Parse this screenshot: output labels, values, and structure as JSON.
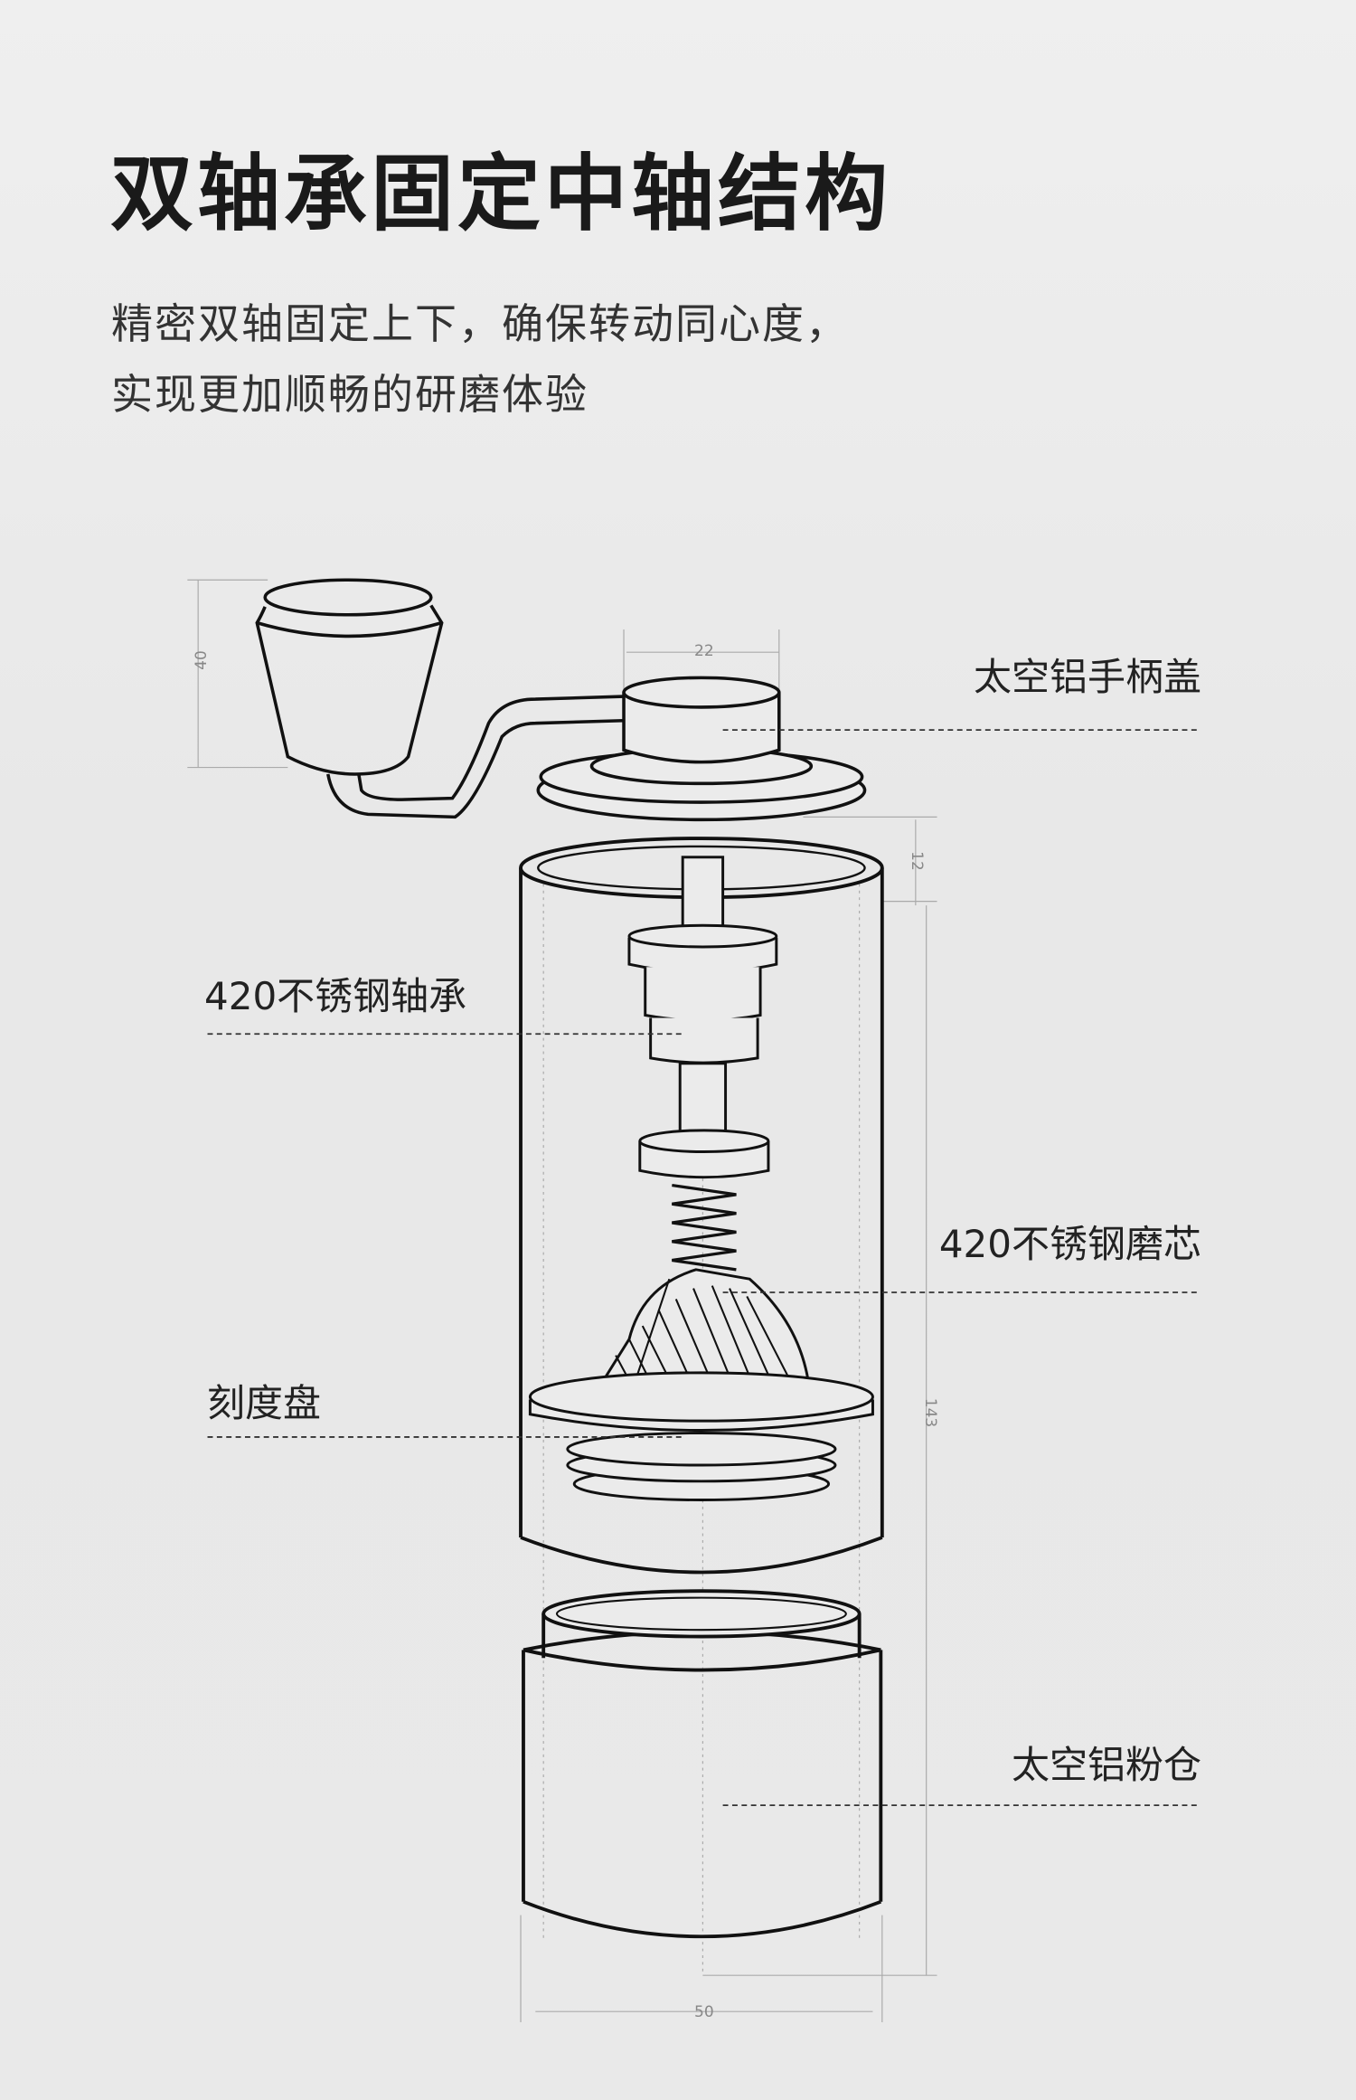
{
  "header": {
    "title": "双轴承固定中轴结构",
    "subtitle_lines": [
      "精密双轴固定上下，确保转动同心度，",
      "实现更加顺畅的研磨体验"
    ]
  },
  "labels": {
    "handle_cap": "太空铝手柄盖",
    "bearing": "420不锈钢轴承",
    "burr": "420不锈钢磨芯",
    "dial": "刻度盘",
    "powder_chamber": "太空铝粉仓"
  },
  "dimensions": {
    "knob_height": "40",
    "cap_width": "22",
    "gap": "12",
    "body_height": "143",
    "body_width": "50"
  }
}
